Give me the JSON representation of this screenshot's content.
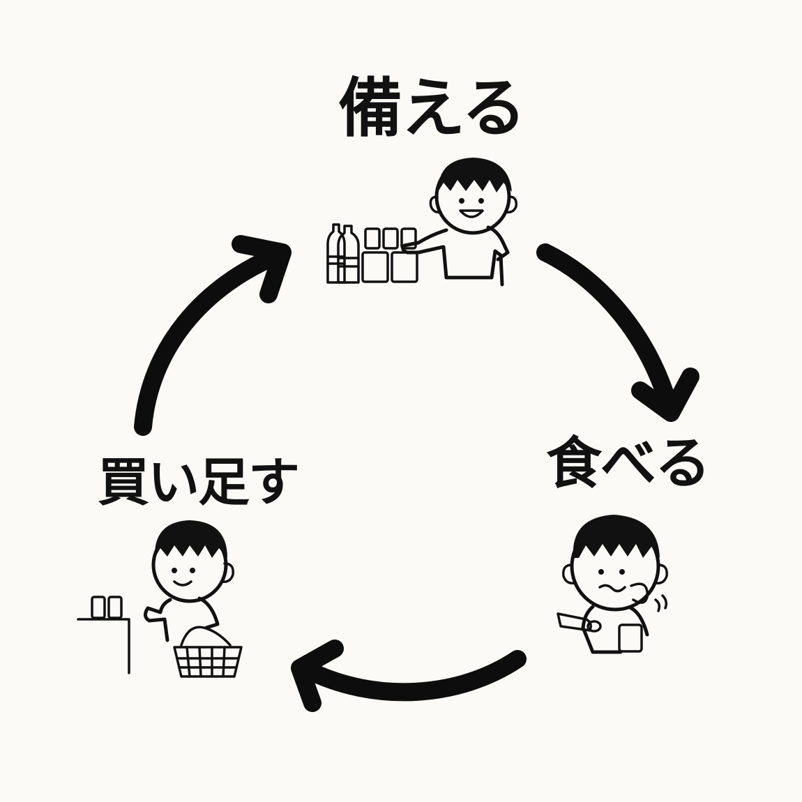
{
  "steps": [
    {
      "label": "備える"
    },
    {
      "label": "食べる"
    },
    {
      "label": "買い足す"
    }
  ],
  "ink_color": "#111111",
  "paper_color": "#fbfaf6"
}
